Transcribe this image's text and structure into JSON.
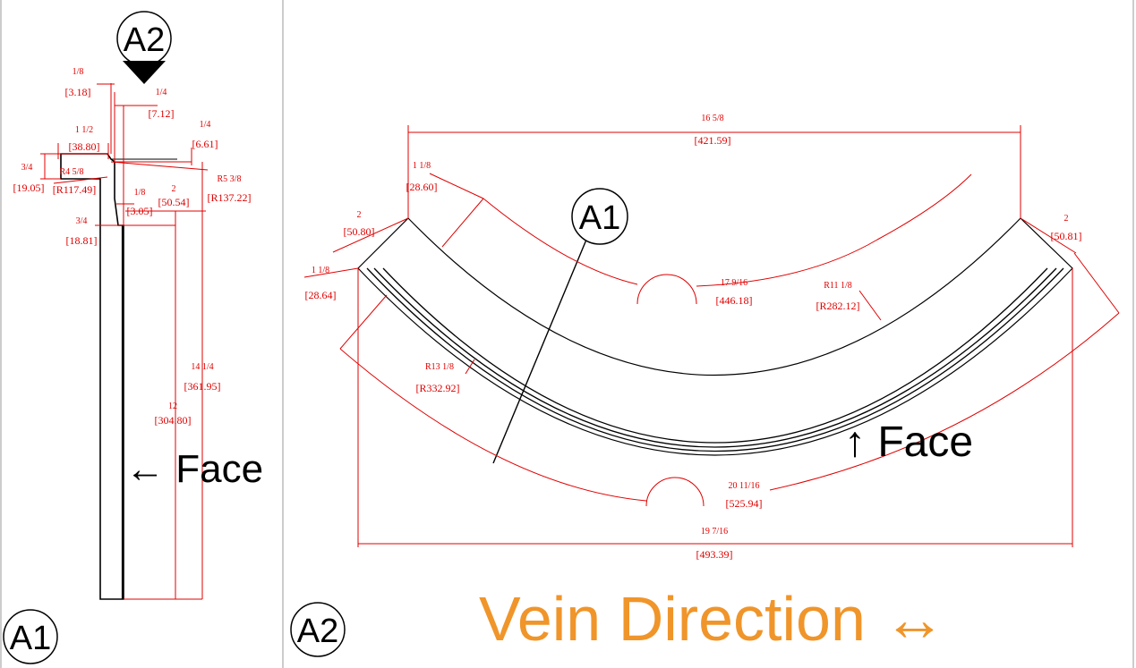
{
  "colors": {
    "dimension": "#e00000",
    "outline": "#000000",
    "accent": "#f0952a",
    "divider": "#9a9a9a"
  },
  "labels": {
    "a1_view": "A1",
    "a2_view": "A2",
    "a1_marker": "A1",
    "a2_marker": "A2",
    "face_left": "← Face",
    "face_right": "↑ Face",
    "vein_direction": "Vein Direction ↔"
  },
  "a1_dims": {
    "d_1_8_top": {
      "frac": "1/8",
      "mm": "[3.18]"
    },
    "d_1_4_top": {
      "frac": "1/4",
      "mm": "[7.12]"
    },
    "d_1_4_right": {
      "frac": "1/4",
      "mm": "[6.61]"
    },
    "d_1_1_2": {
      "frac": "1 1/2",
      "mm": "[38.80]"
    },
    "d_3_4_left": {
      "frac": "3/4",
      "mm": "[19.05]"
    },
    "d_r4_5_8": {
      "frac": "R4 5/8",
      "mm": "[R117.49]"
    },
    "d_r5_3_8": {
      "frac": "R5 3/8",
      "mm": "[R137.22]"
    },
    "d_1_8_mid": {
      "frac": "1/8",
      "mm": "[3.05]"
    },
    "d_2": {
      "frac": "2",
      "mm": "[50.54]"
    },
    "d_3_4_low": {
      "frac": "3/4",
      "mm": "[18.81]"
    },
    "d_14_1_4": {
      "frac": "14 1/4",
      "mm": "[361.95]"
    },
    "d_12": {
      "frac": "12",
      "mm": "[304.80]"
    }
  },
  "a2_dims": {
    "d_16_5_8": {
      "frac": "16 5/8",
      "mm": "[421.59]"
    },
    "d_1_1_8_top": {
      "frac": "1 1/8",
      "mm": "[28.60]"
    },
    "d_2_left": {
      "frac": "2",
      "mm": "[50.80]"
    },
    "d_2_right": {
      "frac": "2",
      "mm": "[50.81]"
    },
    "d_1_1_8_left": {
      "frac": "1 1/8",
      "mm": "[28.64]"
    },
    "d_17_9_16": {
      "frac": "17 9/16",
      "mm": "[446.18]"
    },
    "d_r11_1_8": {
      "frac": "R11 1/8",
      "mm": "[R282.12]"
    },
    "d_r13_1_8": {
      "frac": "R13 1/8",
      "mm": "[R332.92]"
    },
    "d_20_11_16": {
      "frac": "20 11/16",
      "mm": "[525.94]"
    },
    "d_19_7_16": {
      "frac": "19 7/16",
      "mm": "[493.39]"
    }
  }
}
